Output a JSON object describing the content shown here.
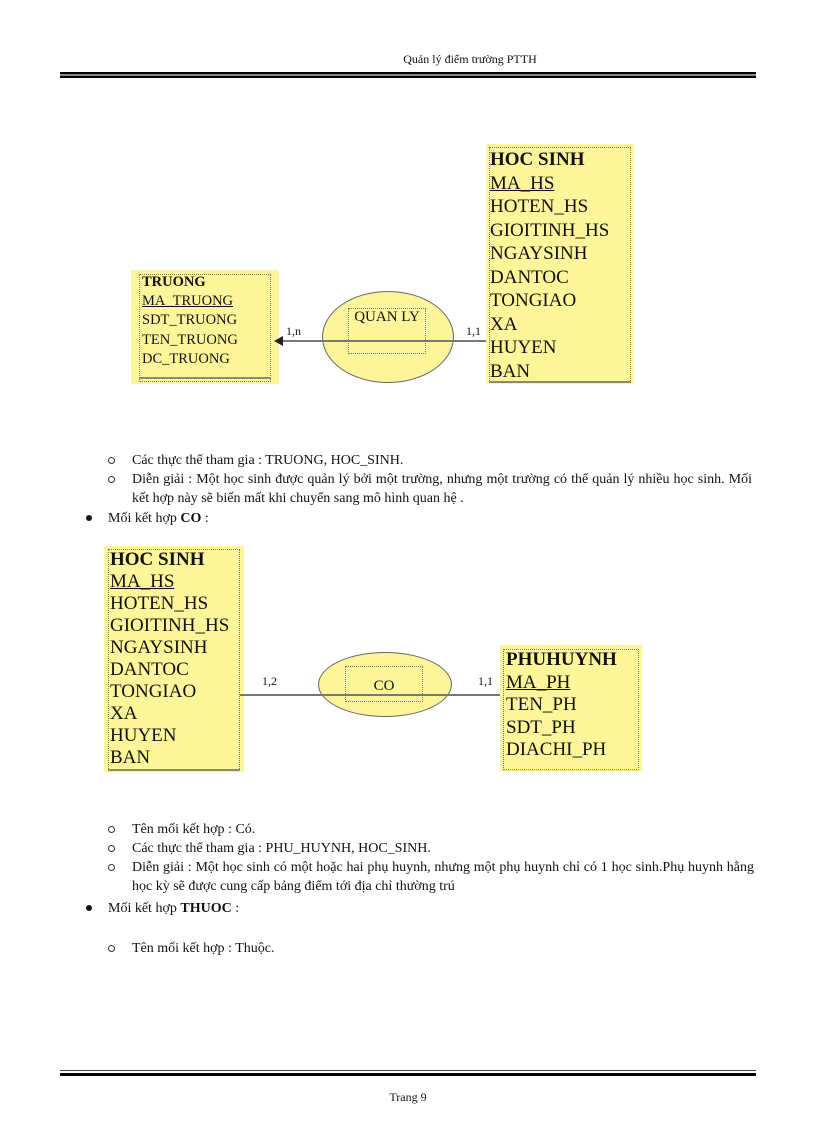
{
  "header": {
    "title": "Quản lý điểm trường PTTH"
  },
  "footer": {
    "page": "Trang 9"
  },
  "diagram1": {
    "entity_left": {
      "name": "TRUONG",
      "attributes": [
        "MA_TRUONG",
        "SDT_TRUONG",
        "TEN_TRUONG",
        "DC_TRUONG"
      ],
      "key": "MA_TRUONG"
    },
    "relationship": {
      "name": "QUAN LY"
    },
    "cardinality_left": "1,n",
    "cardinality_right": "1,1",
    "entity_right": {
      "name": "HOC SINH",
      "attributes": [
        "MA_HS",
        "HOTEN_HS",
        "GIOITINH_HS",
        "NGAYSINH",
        "DANTOC",
        "TONGIAO",
        "XA",
        "HUYEN",
        "BAN"
      ],
      "key": "MA_HS"
    }
  },
  "section1": {
    "items": [
      "Các thực thể tham gia : TRUONG, HOC_SINH.",
      "Diễn giải : Một học sinh được quản lý bởi một trường, nhưng một trường có thể quản lý nhiều học sinh. Mối kết hợp này sẽ biến mất khi chuyển sang mô hình quan hệ ."
    ]
  },
  "heading_co": {
    "prefix": "Mối kết hợp ",
    "name": "CO",
    "suffix": " :"
  },
  "diagram2": {
    "entity_left": {
      "name": "HOC SINH",
      "attributes": [
        "MA_HS",
        "HOTEN_HS",
        "GIOITINH_HS",
        "NGAYSINH",
        "DANTOC",
        "TONGIAO",
        "XA",
        "HUYEN",
        "BAN"
      ],
      "key": "MA_HS"
    },
    "relationship": {
      "name": "CO"
    },
    "cardinality_left": "1,2",
    "cardinality_right": "1,1",
    "entity_right": {
      "name": "PHUHUYNH",
      "attributes": [
        "MA_PH",
        "TEN_PH",
        "SDT_PH",
        "DIACHI_PH"
      ],
      "key": "MA_PH"
    }
  },
  "section2": {
    "items": [
      "Tên mối kết hợp : Có.",
      "Các thực thể tham gia : PHU_HUYNH, HOC_SINH.",
      "Diễn giải : Một học sinh có một hoặc hai phụ huynh, nhưng một phụ huynh chỉ có 1 học sinh.Phụ huynh hằng học kỳ sẽ được cung cấp bảng điểm tới địa chỉ thường trú"
    ]
  },
  "heading_thuoc": {
    "prefix": "Mối kết hợp ",
    "name": "THUOC",
    "suffix": " :"
  },
  "section3": {
    "items": [
      "Tên mối kết hợp : Thuộc."
    ]
  },
  "colors": {
    "entity_fill": "#fdf59a",
    "text": "#111111"
  }
}
